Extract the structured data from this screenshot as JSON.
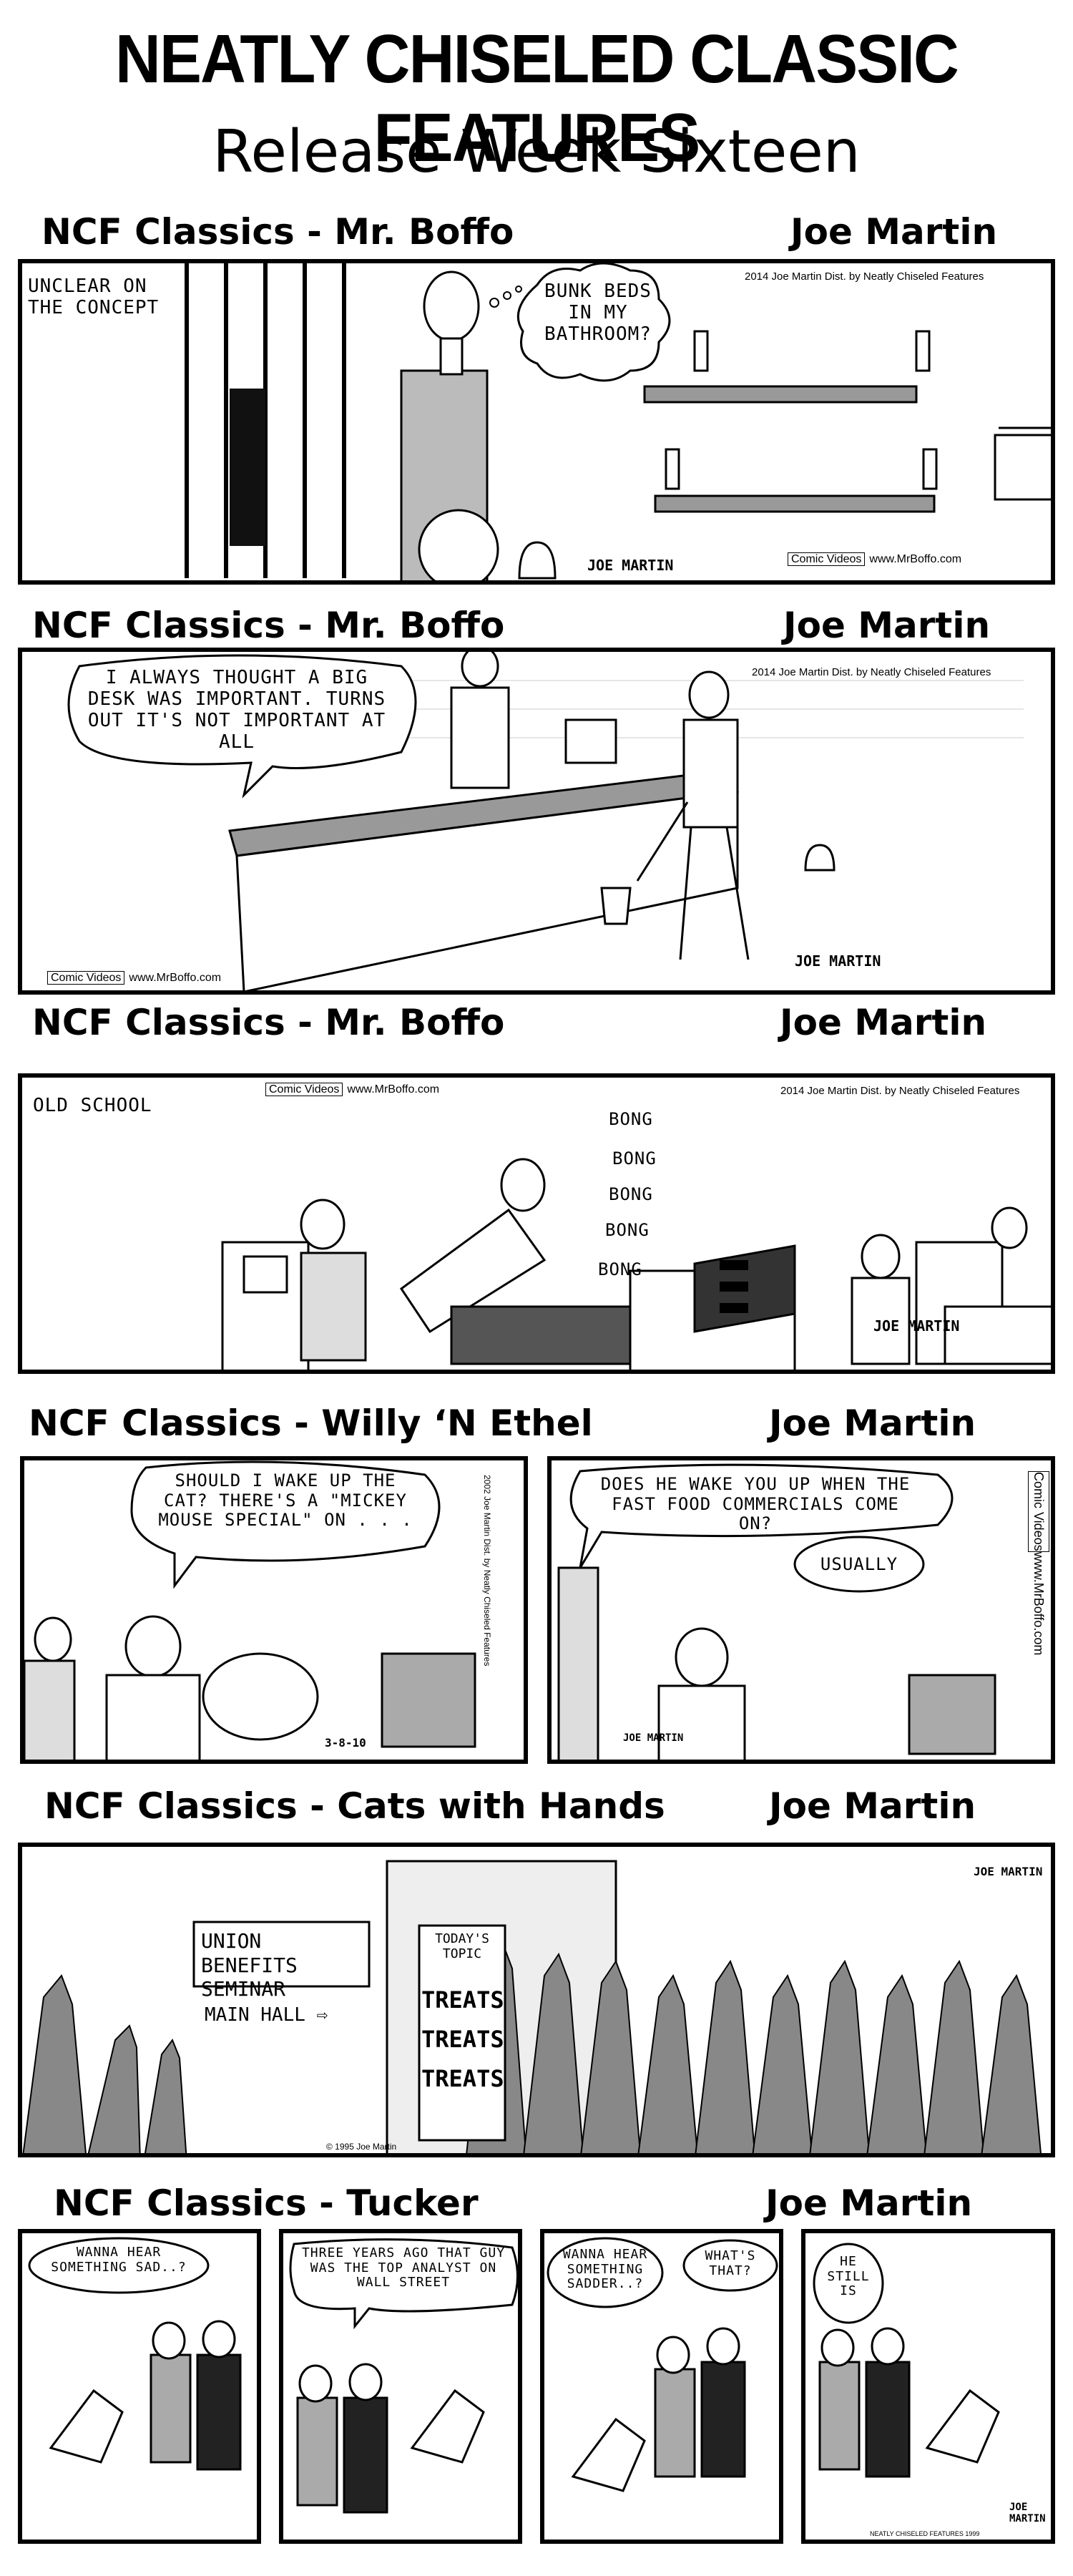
{
  "header": {
    "title": "NEATLY CHISELED CLASSIC FEATURES",
    "subtitle": "Release Week Sixteen"
  },
  "strips": [
    {
      "title": "NCF Classics - Mr. Boffo",
      "author": "Joe Martin",
      "caption": "UNCLEAR ON THE CONCEPT",
      "balloon": "BUNK BEDS IN MY BATHROOM?",
      "copyright": "2014 Joe Martin Dist. by Neatly Chiseled Features",
      "tag_box": "Comic Videos",
      "tag_url": "www.MrBoffo.com",
      "signature": "JOE MARTIN"
    },
    {
      "title": "NCF Classics - Mr. Boffo",
      "author": "Joe Martin",
      "balloon": "I ALWAYS THOUGHT A BIG DESK WAS IMPORTANT. TURNS OUT IT'S NOT IMPORTANT AT ALL",
      "copyright": "2014 Joe Martin Dist. by Neatly Chiseled Features",
      "tag_box": "Comic Videos",
      "tag_url": "www.MrBoffo.com",
      "signature": "JOE MARTIN"
    },
    {
      "title": "NCF Classics - Mr. Boffo",
      "author": "Joe Martin",
      "caption": "OLD SCHOOL",
      "sounds": [
        "BONG",
        "BONG",
        "BONG",
        "BONG",
        "BONG"
      ],
      "copyright": "2014 Joe Martin Dist. by Neatly Chiseled Features",
      "tag_box": "Comic Videos",
      "tag_url": "www.MrBoffo.com",
      "signature": "JOE MARTIN"
    },
    {
      "title": "NCF Classics - Willy ‘N Ethel",
      "author": "Joe Martin",
      "balloon_1": "SHOULD I WAKE UP THE CAT? THERE'S A \"MICKEY MOUSE SPECIAL\" ON . . .",
      "balloon_2": "DOES HE WAKE YOU UP WHEN THE FAST FOOD COMMERCIALS COME ON?",
      "balloon_3": "USUALLY",
      "vertical_copyright": "2002 Joe Martin Dist. by Neatly Chiseled Features",
      "vertical_tag_box": "Comic Videos",
      "vertical_tag_url": "www.MrBoffo.com",
      "date": "3-8-10",
      "signature": "JOE MARTIN"
    },
    {
      "title": "NCF Classics - Cats with Hands",
      "author": "Joe Martin",
      "sign_1": "UNION BENEFITS SEMINAR",
      "sign_2": "MAIN HALL ⇨",
      "board_header": "TODAY'S TOPIC",
      "board_lines": [
        "TREATS",
        "TREATS",
        "TREATS"
      ],
      "copyright": "© 1995 Joe Martin",
      "signature": "JOE MARTIN"
    },
    {
      "title": "NCF Classics - Tucker",
      "author": "Joe Martin",
      "balloon_1": "WANNA HEAR SOMETHING SAD..?",
      "balloon_2": "THREE YEARS AGO THAT GUY WAS THE TOP ANALYST ON WALL STREET",
      "balloon_3a": "WANNA HEAR SOMETHING SADDER..?",
      "balloon_3b": "WHAT'S THAT?",
      "balloon_4": "HE STILL IS",
      "copyright": "NEATLY CHISELED FEATURES 1999",
      "signature": "JOE MARTIN"
    }
  ]
}
